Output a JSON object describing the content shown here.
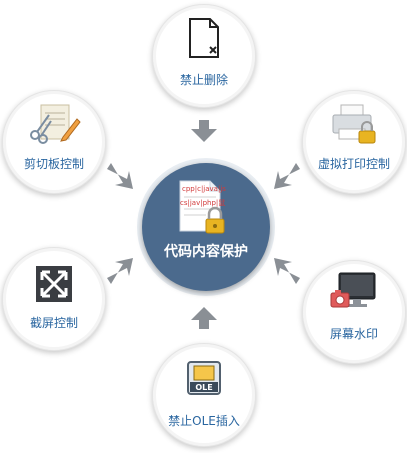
{
  "center": {
    "label": "代码内容保护",
    "doc_lines": [
      "cpp|c|java|js",
      "cs|jav|php|鼠"
    ]
  },
  "nodes": {
    "top": {
      "label": "禁止删除",
      "icon": "blank-file-delete-icon"
    },
    "left": {
      "label": "剪切板控制",
      "icon": "clipboard-scissors-pen-icon"
    },
    "right": {
      "label": "虚拟打印控制",
      "icon": "printer-lock-icon"
    },
    "bottom_left": {
      "label": "截屏控制",
      "icon": "screen-capture-arrows-icon"
    },
    "bottom_right": {
      "label": "屏幕水印",
      "icon": "monitor-camera-icon"
    },
    "bottom": {
      "label": "禁止OLE插入",
      "icon": "ole-object-icon"
    }
  },
  "ole_badge": "OLE",
  "colors": {
    "center_fill": "#4b6a8d",
    "label_text": "#2a66a0",
    "arrow": "#8a8f95",
    "lock": "#e8b422",
    "doc_text": "#d23a3a"
  }
}
